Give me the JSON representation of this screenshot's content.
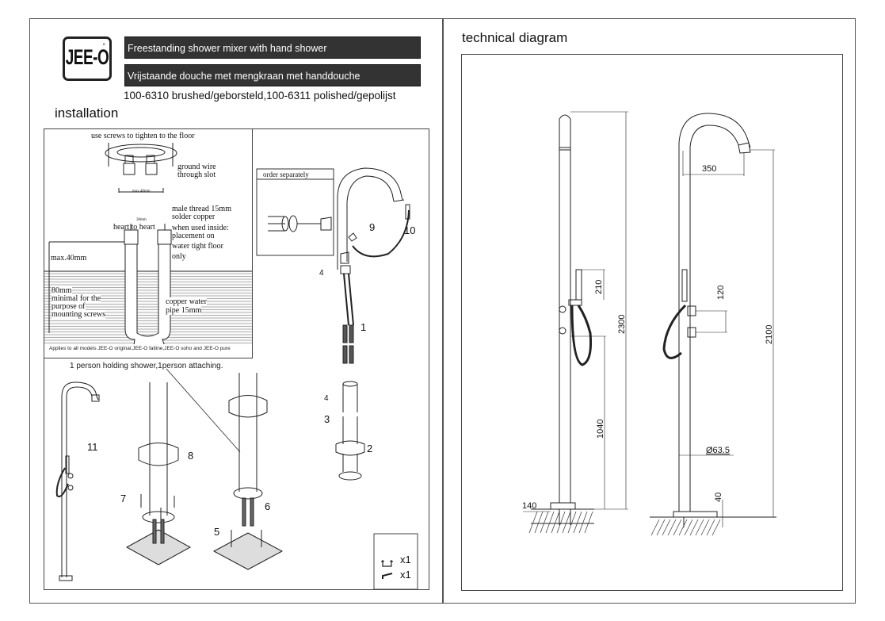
{
  "header": {
    "logo_text": "JEE-O",
    "title_en": "Freestanding shower mixer with hand shower",
    "title_nl": "Vrijstaande douche met mengkraan met  handdouche",
    "models": "100-6310 brushed/geborsteld,100-6311 polished/gepolijst"
  },
  "installation": {
    "heading": "installation",
    "floor_detail": {
      "screws_note": "use screws to tighten to the floor",
      "ground_wire": [
        "ground wire",
        "through slot"
      ],
      "max_width": "max.40mm",
      "spacing": "30mm",
      "heart_to_heart": "heart to heart",
      "thread_note": [
        "male thread   15mm",
        "solder copper",
        "when used inside:",
        "placement on",
        "water tight floor",
        "only"
      ],
      "max_depth": "max.40mm",
      "minimal_note": [
        "80mm",
        "minimal for the",
        "purpose of",
        "mounting screws"
      ],
      "copper_pipe": [
        "copper water",
        "pipe   15mm"
      ],
      "applies_note": "Applies to all models JEE-O original,JEE-O fatline,JEE-O soho and JEE-O pure"
    },
    "order_separately": "order separately",
    "persons_note": "1 person holding shower,1person attaching.",
    "callouts": [
      "1",
      "2",
      "3",
      "4",
      "4",
      "5",
      "6",
      "7",
      "8",
      "9",
      "10",
      "11"
    ],
    "parts": [
      {
        "icon": "clip-icon",
        "qty": "x1"
      },
      {
        "icon": "hex-key-icon",
        "qty": "x1"
      }
    ]
  },
  "technical": {
    "heading": "technical diagram",
    "dimensions": {
      "total_height": "2300",
      "hand_shower_height": "210",
      "mixer_height": "1040",
      "base_width": "140",
      "spout_reach": "350",
      "valve_spacing": "120",
      "spout_height": "2100",
      "pipe_diameter": "Ø63.5",
      "base_height": "40"
    }
  }
}
